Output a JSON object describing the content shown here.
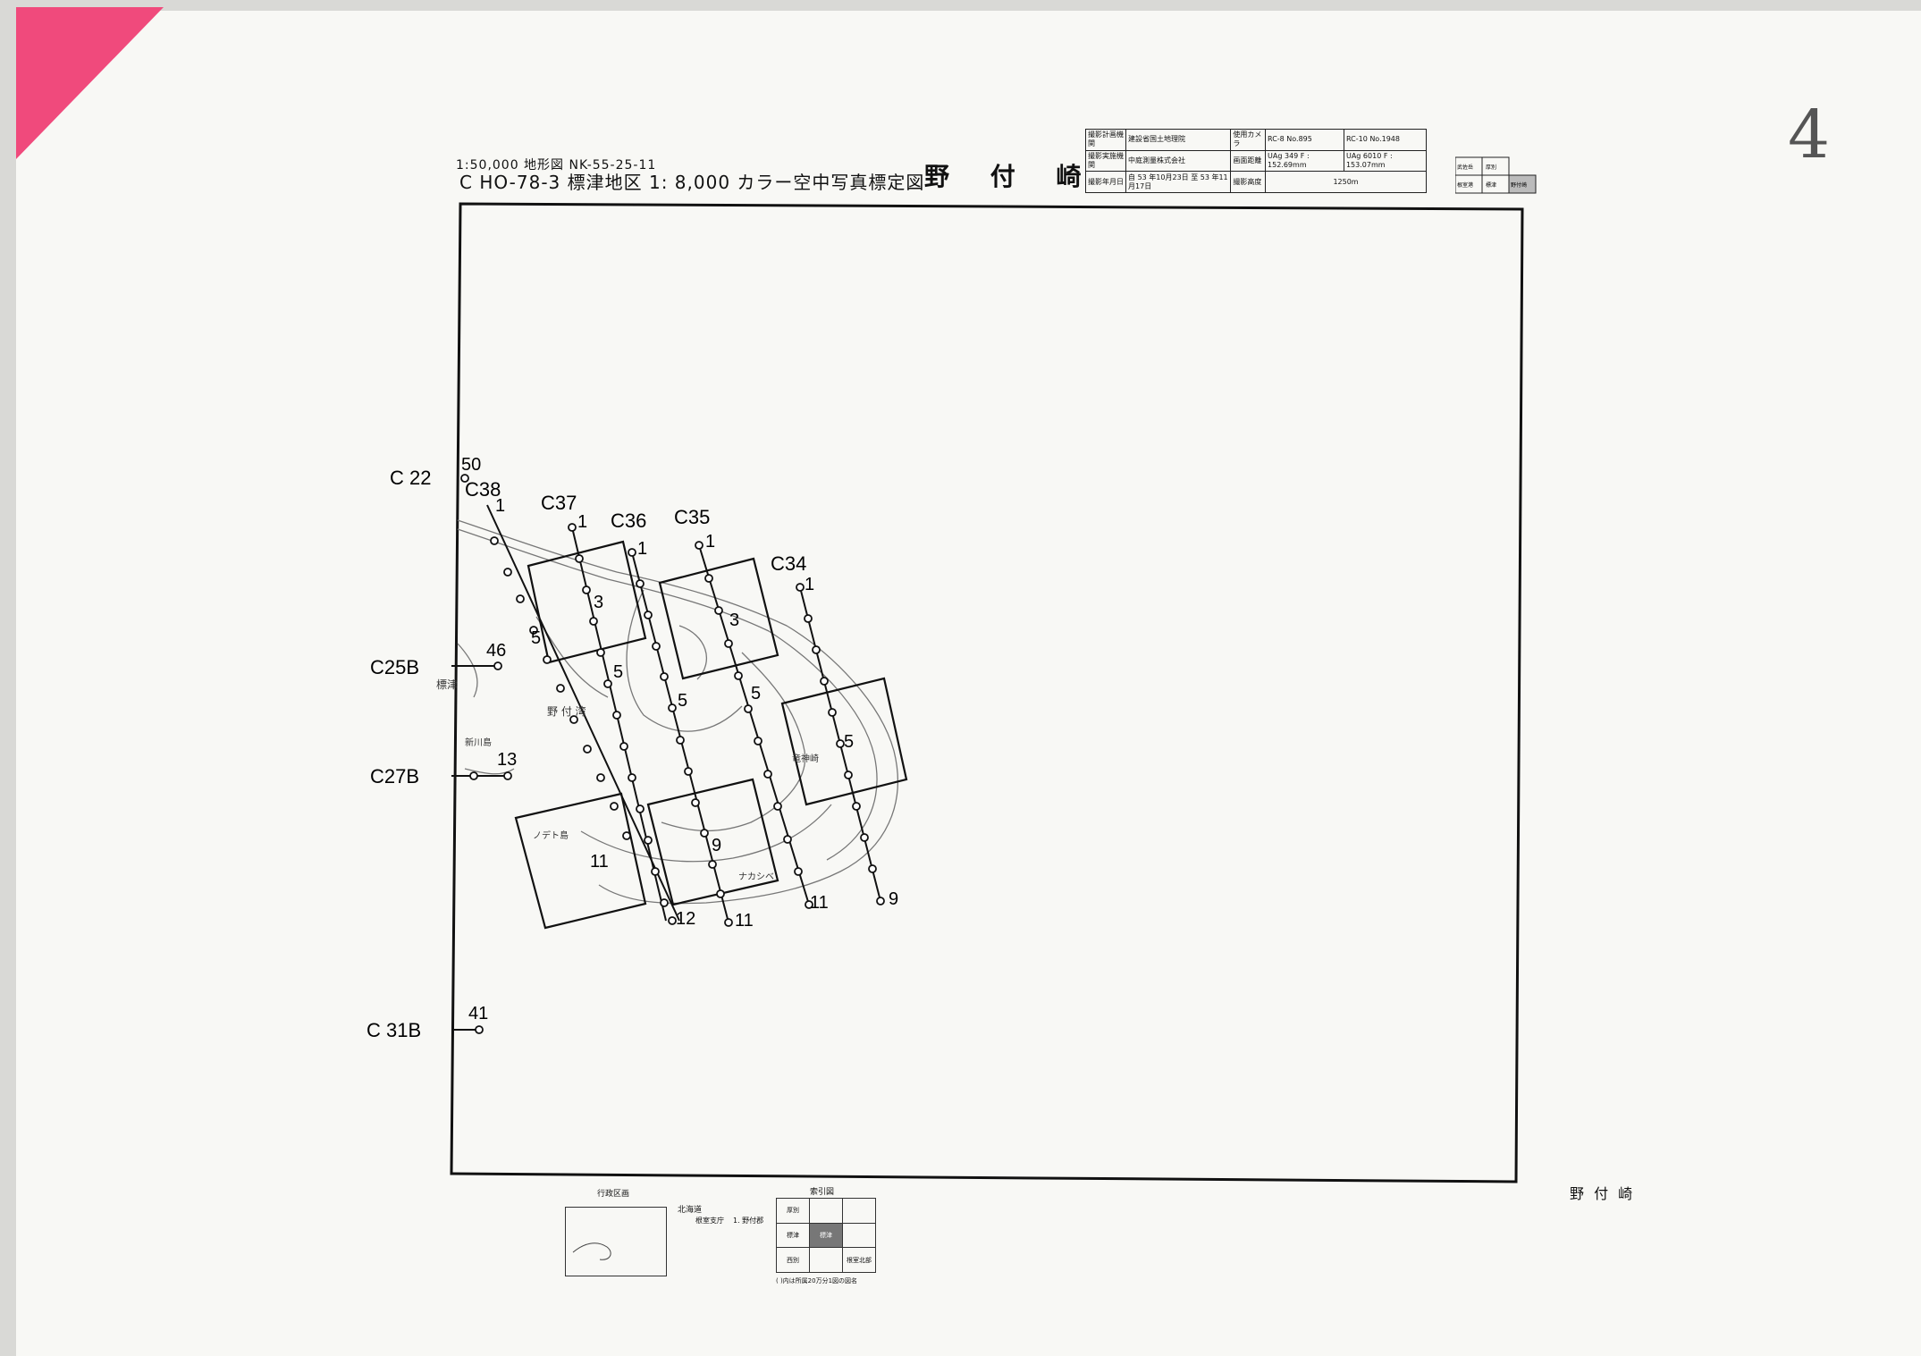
{
  "header": {
    "scale_line": "1:50,000 地形図 NK-55-25-11",
    "main_line": "C HO-78-3 標津地区 1: 8,000 カラー空中写真標定図",
    "map_title": "野 付 崎"
  },
  "sheet_number": "4",
  "info_table": {
    "r1": [
      "撮影計画機関",
      "建設省国土地理院",
      "使用カメラ",
      "RC-8 No.895",
      "RC-10 No.1948"
    ],
    "r2": [
      "撮影実施機関",
      "中庭測量株式会社",
      "画面距離",
      "UAg 349 F : 152.69mm",
      "UAg 6010 F : 153.07mm"
    ],
    "r3": [
      "撮影年月日",
      "自 53 年10月23日 至 53 年11月17日",
      "撮影高度",
      "1250m"
    ]
  },
  "top_index": [
    "武佐岳",
    "厚別",
    "標津",
    "野付崎",
    "根室港",
    "標津"
  ],
  "courses": {
    "left_labels": [
      "C 22",
      "C25B",
      "C27B",
      "C 31B"
    ],
    "short_numbers": [
      "50",
      "46",
      "13",
      "41"
    ],
    "strip_names": [
      "C38",
      "C37",
      "C36",
      "C35",
      "C34"
    ],
    "strip_starts": [
      "1",
      "1",
      "1",
      "1",
      "1"
    ],
    "mid_numbers": [
      "5",
      "5",
      "5",
      "5",
      "5"
    ],
    "box_numbers": [
      "3",
      "3",
      "5",
      "9"
    ],
    "end_numbers": [
      "11",
      "12",
      "11",
      "11",
      "9"
    ]
  },
  "place_names": {
    "shibetsu": "標津",
    "notsuke": "野 付 湾",
    "ryujin": "竜神崎",
    "nodetoshima": "ノデト島",
    "nakashibetsu": "ナカシベ",
    "shinosu": "新川島"
  },
  "bottom": {
    "right_name": "野 付 崎",
    "admin_title": "行政区画",
    "admin_note1": "北海道",
    "admin_note2": "根室支庁",
    "admin_note3": "1. 野付郡",
    "index_title": "索引図",
    "index_cells": [
      "厚別",
      "",
      "",
      "標津",
      "標津",
      "",
      "西別",
      "",
      "根室北部"
    ],
    "index_footnote": "( )内は所属20万分1図の図名"
  },
  "colors": {
    "paper": "#f8f8f5",
    "ink": "#111111",
    "corner_tab": "#f04a7c"
  }
}
